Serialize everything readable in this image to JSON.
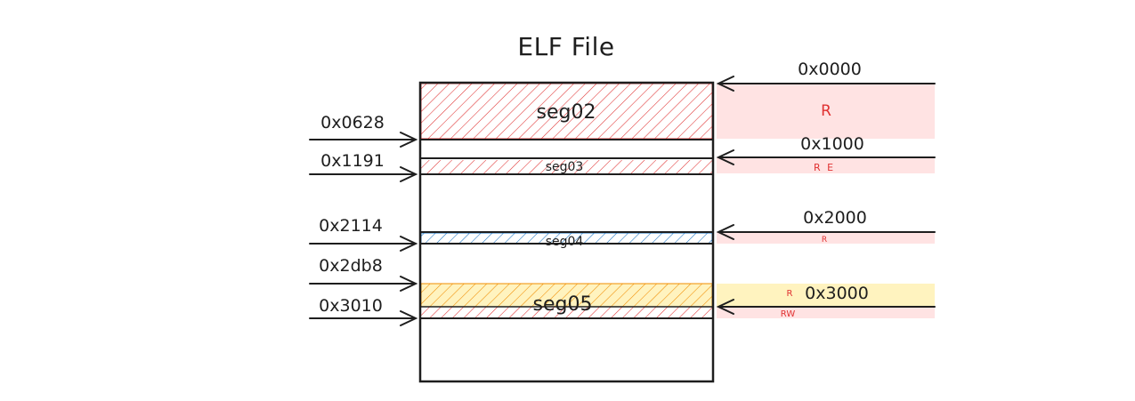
{
  "title": "ELF File",
  "segments": [
    {
      "label": "seg02",
      "hatch": "red"
    },
    {
      "label": "seg03",
      "hatch": "red"
    },
    {
      "label": "seg04",
      "hatch": "blue"
    },
    {
      "label": "seg05",
      "hatch": "red"
    }
  ],
  "file_offsets": [
    "0x0628",
    "0x1191",
    "0x2114",
    "0x2db8",
    "0x3010"
  ],
  "memory_pages": [
    {
      "addr": "0x0000",
      "perm": "R"
    },
    {
      "addr": "0x1000",
      "perm": "R E"
    },
    {
      "addr": "0x2000",
      "perm": "R"
    },
    {
      "addr": "0x3000",
      "perm": "R"
    }
  ],
  "extra_perm": "RW",
  "colors": {
    "stroke": "#1e1e1e",
    "red_hatch": "#e03131",
    "blue_hatch": "#1971c2",
    "pink_fill": "#ffe3e3",
    "yellow_fill": "#fff3bf",
    "yellow_hatch": "#f08c00",
    "perm_text": "#e03131"
  }
}
